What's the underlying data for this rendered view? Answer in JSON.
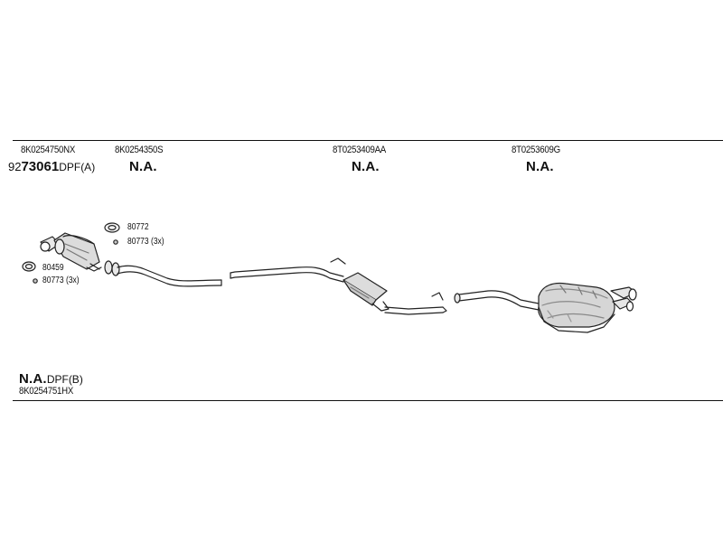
{
  "top_row": {
    "col1": {
      "part_no": "8K0254750NX",
      "prefix": "92",
      "main": "73061",
      "suffix": "DPF(A)"
    },
    "col2": {
      "part_no": "8K0254350S",
      "status": "N.A."
    },
    "col3": {
      "part_no": "8T0253409AA",
      "status": "N.A."
    },
    "col4": {
      "part_no": "8T0253609G",
      "status": "N.A."
    }
  },
  "accessories": {
    "gasket_top": "80772",
    "clamp_top": "80773 (3x)",
    "gasket_left": "80459",
    "clamp_left": "80773 (3x)"
  },
  "bottom_row": {
    "status": "N.A.",
    "suffix": "DPF(B)",
    "part_no": "8K0254751HX"
  }
}
